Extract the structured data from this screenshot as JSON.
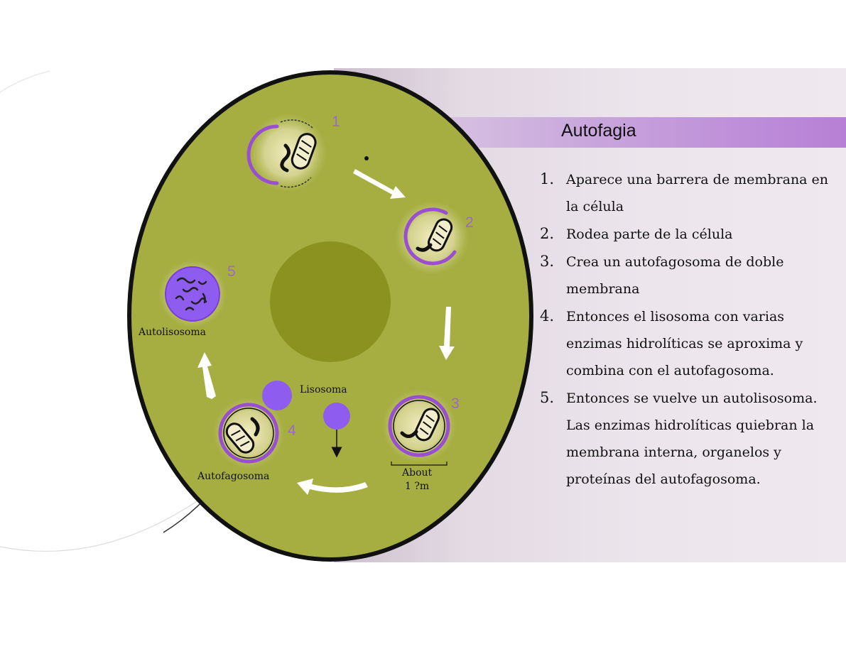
{
  "title": "Autofagia",
  "steps": [
    {
      "num": "1.",
      "lines": [
        "Aparece una barrera de membrana en",
        "la célula"
      ]
    },
    {
      "num": "2.",
      "lines": [
        "Rodea parte de la célula"
      ]
    },
    {
      "num": "3.",
      "lines": [
        "Crea un autofagosoma de doble",
        "membrana"
      ]
    },
    {
      "num": "4.",
      "lines": [
        "Entonces el lisosoma con varias",
        "enzimas hidrolíticas se aproxima y",
        "combina con el autofagosoma."
      ]
    },
    {
      "num": "5.",
      "lines": [
        "Entonces se vuelve un autolisosoma.",
        "Las enzimas hidrolíticas quiebran la",
        "membrana interna, organelos y",
        "proteínas del autofagosoma."
      ]
    }
  ],
  "diagram": {
    "stage_numbers": [
      "1",
      "2",
      "3",
      "4",
      "5"
    ],
    "labels": {
      "autolisosoma": "Autolisosoma",
      "lisosoma": "Lisosoma",
      "autofagosoma": "Autofagosoma",
      "scale_line1": "About",
      "scale_line2": "1 ?m"
    }
  },
  "colors": {
    "cell_fill": "#a6ae42",
    "nucleus": "#8b9220",
    "membrane_purple": "#9a4fd0",
    "lysosome": "#8f5cf0",
    "stage_number": "#9b6ac6",
    "title_bar": "#b77fd6"
  }
}
